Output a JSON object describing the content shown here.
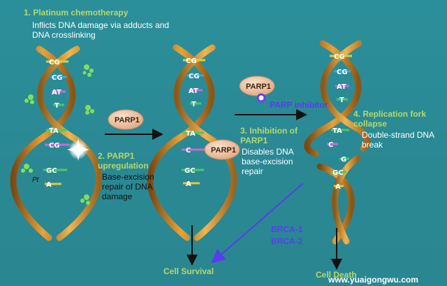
{
  "step1": {
    "title": "1. Platinum chemotherapy",
    "desc": "Inflicts DNA damage via adducts and DNA crosslinking"
  },
  "step2": {
    "title": "2. PARP1 upregulation",
    "desc": "Base-excision repair of DNA damage"
  },
  "step3": {
    "title": "3. Inhibition of PARP1",
    "desc": "Disables DNA base-excision repair"
  },
  "step4": {
    "title": "4. Replication fork collapse",
    "desc": "Double-strand DNA break"
  },
  "parp_label": "PARP1",
  "inhibitor_label": "PARP inhibitor",
  "brca": [
    "BRCA-1",
    "BRCA-2"
  ],
  "outcomes": {
    "survival": "Cell Survival",
    "death": "Cell Death"
  },
  "pt_label": "Pt",
  "watermark": "www.yuaigongwu.com",
  "helix1_bases": [
    "CG",
    "CG",
    "AT",
    "T",
    "TA",
    "CG",
    "GC",
    "A"
  ],
  "helix2_bases": [
    "CG",
    "CG",
    "AT",
    "T",
    "TA",
    "C",
    "GC",
    "A"
  ],
  "helix3_top_bases": [
    "CG",
    "CG",
    "AT",
    "T",
    "TA",
    "C"
  ],
  "helix3_bottom_bases": [
    "G",
    "GC",
    "A"
  ]
}
